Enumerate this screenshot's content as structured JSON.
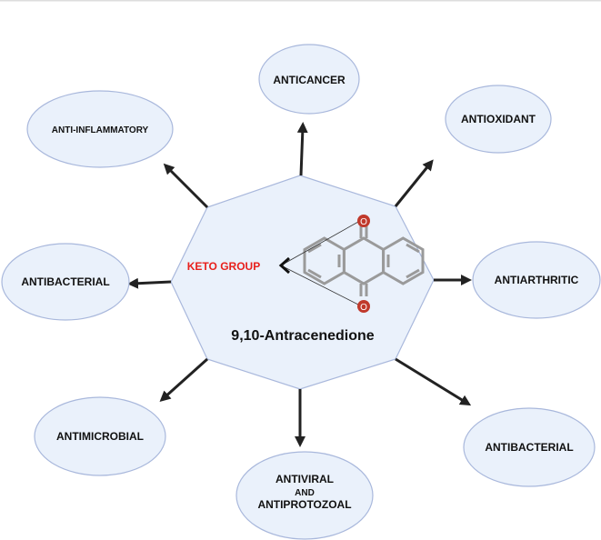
{
  "center": {
    "title": "9,10-Antracenedione",
    "keto_label": "KETO GROUP",
    "atom": "O"
  },
  "activities": {
    "anticancer": "ANTICANCER",
    "anti_inflammatory": "ANTI-INFLAMMATORY",
    "antioxidant": "ANTIOXIDANT",
    "antibacterial_left": "ANTIBACTERIAL",
    "antiarthritic": "ANTIARTHRITIC",
    "antimicrobial": "ANTIMICROBIAL",
    "antiviral": [
      "ANTIVIRAL",
      "AND",
      "ANTIPROTOZOAL"
    ],
    "antibacterial_right": "ANTIBACTERIAL"
  },
  "colors": {
    "keto": "#e8201c",
    "oxygen": "#c0392b",
    "fill": "#eaf1fb"
  }
}
